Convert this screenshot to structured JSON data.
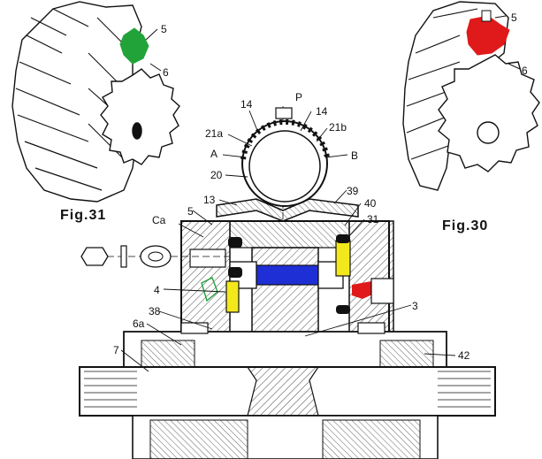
{
  "figures": [
    {
      "id": "fig31",
      "caption": "Fig.31",
      "labels": [
        "5",
        "6"
      ]
    },
    {
      "id": "fig30",
      "caption": "Fig.30",
      "labels": [
        "5",
        "6"
      ]
    }
  ],
  "main_labels": {
    "P": "P",
    "l14a": "14",
    "l14b": "14",
    "l21a": "21a",
    "l21b": "21b",
    "A": "A",
    "B": "B",
    "l20": "20",
    "l13": "13",
    "l39": "39",
    "l40": "40",
    "l31": "31",
    "l5": "5",
    "Ca": "Ca",
    "l4": "4",
    "l38": "38",
    "l6a": "6a",
    "l3": "3",
    "l7": "7",
    "l42": "42"
  },
  "colors": {
    "green": "#22a33a",
    "red": "#e01a1a",
    "yellow": "#f3e81c",
    "blue": "#1f2fd6",
    "ink": "#111111"
  }
}
